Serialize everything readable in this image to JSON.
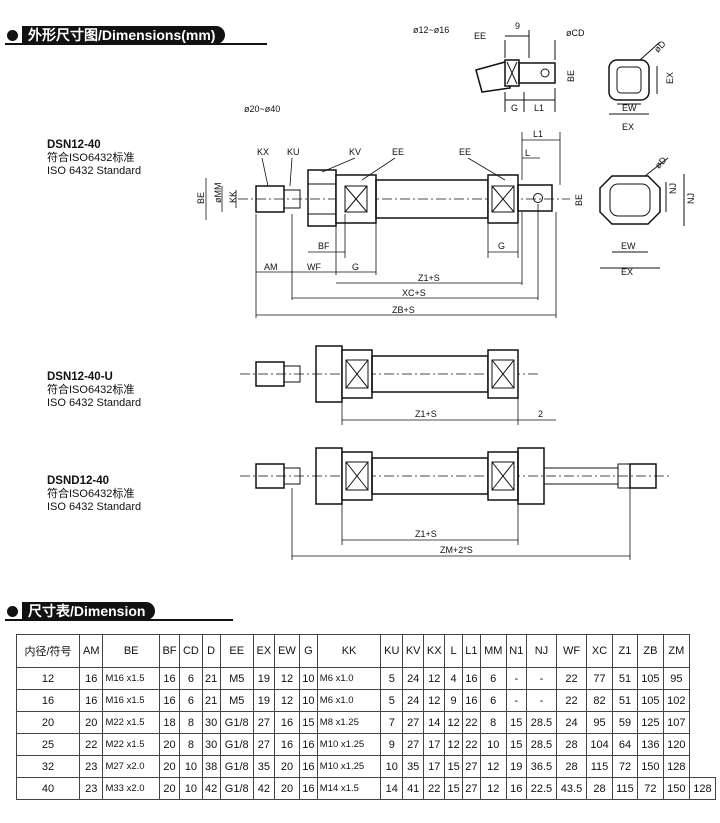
{
  "sections": {
    "dimensions_heading": "外形尺寸图/Dimensions(mm)",
    "table_heading": "尺寸表/Dimension"
  },
  "models": [
    {
      "name": "DSN12-40",
      "std_cn": "符合ISO6432标准",
      "std_en": "ISO 6432 Standard"
    },
    {
      "name": "DSN12-40-U",
      "std_cn": "符合ISO6432标准",
      "std_en": "ISO 6432 Standard"
    },
    {
      "name": "DSND12-40",
      "std_cn": "符合ISO6432标准",
      "std_en": "ISO 6432 Standard"
    }
  ],
  "drawing_labels": {
    "bore_small": "ø12~ø16",
    "bore_large": "ø20~ø40",
    "EE": "EE",
    "CD": "øCD",
    "nine": "9",
    "BE": "BE",
    "G": "G",
    "L1": "L1",
    "L": "L",
    "D": "øD",
    "EX": "EX",
    "EW": "EW",
    "NJ": "NJ",
    "MM": "øMM",
    "KK": "KK",
    "KX": "KX",
    "KU": "KU",
    "KV": "KV",
    "BF": "BF",
    "AM": "AM",
    "WF": "WF",
    "Z1S": "Z1+S",
    "XCS": "XC+S",
    "ZBS": "ZB+S",
    "two": "2",
    "ZM2S": "ZM+2*S"
  },
  "table": {
    "headers": [
      "内径/符号",
      "AM",
      "BE",
      "BF",
      "CD",
      "D",
      "EE",
      "EX",
      "EW",
      "G",
      "KK",
      "KU",
      "KV",
      "KX",
      "L",
      "L1",
      "MM",
      "N1",
      "NJ",
      "WF",
      "XC",
      "Z1",
      "ZB",
      "ZM"
    ],
    "rows": [
      [
        "12",
        "16",
        "M16 x1.5",
        "16",
        "6",
        "21",
        "M5",
        "19",
        "12",
        "10",
        "M6 x1.0",
        "5",
        "24",
        "12",
        "4",
        "16",
        "6",
        "-",
        "-",
        "22",
        "77",
        "51",
        "105",
        "95"
      ],
      [
        "16",
        "16",
        "M16 x1.5",
        "16",
        "6",
        "21",
        "M5",
        "19",
        "12",
        "10",
        "M6 x1.0",
        "5",
        "24",
        "12",
        "9",
        "16",
        "6",
        "-",
        "-",
        "22",
        "82",
        "51",
        "105",
        "102"
      ],
      [
        "20",
        "20",
        "M22 x1.5",
        "18",
        "8",
        "30",
        "G1/8",
        "27",
        "16",
        "15",
        "M8 x1.25",
        "7",
        "27",
        "14",
        "12",
        "22",
        "8",
        "15",
        "28.5",
        "24",
        "95",
        "59",
        "125",
        "107"
      ],
      [
        "25",
        "22",
        "M22 x1.5",
        "20",
        "8",
        "30",
        "G1/8",
        "27",
        "16",
        "16",
        "M10 x1.25",
        "9",
        "27",
        "17",
        "12",
        "22",
        "10",
        "15",
        "28.5",
        "28",
        "104",
        "64",
        "136",
        "120"
      ],
      [
        "32",
        "23",
        "M27 x2.0",
        "20",
        "10",
        "38",
        "G1/8",
        "35",
        "20",
        "16",
        "M10 x1.25",
        "10",
        "35",
        "17",
        "15",
        "27",
        "12",
        "19",
        "36.5",
        "28",
        "115",
        "72",
        "150",
        "128"
      ],
      [
        "40",
        "23",
        "M33 x2.0",
        "20",
        "10",
        "42",
        "G1/8",
        "42",
        "20",
        "16",
        "M14 x1.5",
        "14",
        "41",
        "22",
        "15",
        "27",
        "12",
        "16",
        "22.5",
        "43.5",
        "28",
        "115",
        "72",
        "150",
        "128"
      ]
    ]
  }
}
